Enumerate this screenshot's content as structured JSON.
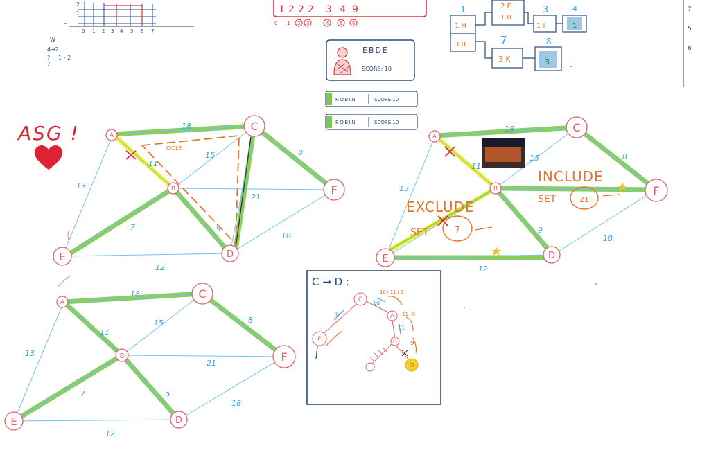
{
  "whiteboard": {
    "topleft": {
      "row_numbers": [
        "2",
        "1"
      ],
      "axis_numbers": [
        "0",
        "1",
        "2",
        "3",
        "4",
        "5",
        "6",
        "7"
      ],
      "note_lines": [
        "W",
        "4→2",
        "?",
        "?"
      ],
      "note_fraction": "1 - 2"
    },
    "topmid": {
      "numbers": [
        "1",
        "2",
        "2",
        "2",
        "3",
        "4",
        "9"
      ],
      "circled": [
        "0",
        "1",
        "2",
        "3",
        "4",
        "5",
        "6"
      ]
    },
    "scorecards": [
      {
        "name": "EBDE",
        "score": "SCORE: 10"
      },
      {
        "name": "ROBIN",
        "score": "SCORE 10"
      },
      {
        "name": "ROBIN",
        "score": "SCORE 10"
      }
    ],
    "topright_boxes": [
      {
        "top": "1",
        "line1": "1 H",
        "line2": "3 0"
      },
      {
        "top": "2 E",
        "line1": "1 0",
        "line2": ""
      },
      {
        "top": "3",
        "line1": "1 I",
        "line2": ""
      },
      {
        "top": "4",
        "line1": "1",
        "line2": ""
      },
      {
        "top": "7",
        "line1": "3 K",
        "line2": ""
      },
      {
        "top": "8",
        "line1": "3",
        "line2": ""
      }
    ],
    "right_margin_numbers": [
      "7",
      "5",
      "6"
    ],
    "asg_text": "ASG !",
    "graph": {
      "nodes": [
        "A",
        "B",
        "C",
        "D",
        "E",
        "F"
      ],
      "edge_weights": {
        "AC": "18",
        "AB": "11",
        "BC": "15",
        "CF": "8",
        "CD": "21",
        "AE": "13",
        "BE": "7",
        "BD": "9",
        "BF": "21",
        "DF": "18",
        "ED": "12"
      }
    },
    "graph1_labels": {
      "cycle": "CYCLE"
    },
    "graph2_labels": {
      "include": "INCLUDE",
      "include_set": "SET",
      "include_value": "21",
      "exclude": "EXCLUDE",
      "exclude_set": "SET",
      "exclude_value": "7"
    },
    "tree_box": {
      "title": "C → D :",
      "nodes": [
        "C",
        "A",
        "B",
        "F",
        "D"
      ],
      "weights": [
        "10",
        "8",
        "11",
        "9"
      ],
      "annotations": [
        "10+11+9",
        "11+9",
        "9"
      ]
    }
  }
}
